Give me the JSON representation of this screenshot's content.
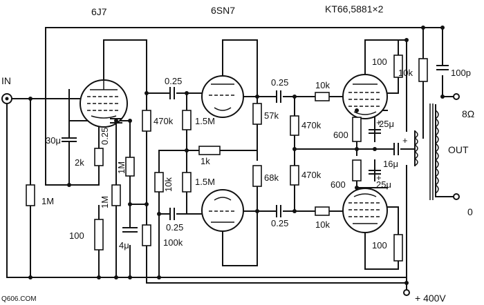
{
  "tubes": {
    "input": "6J7",
    "driver": "6SN7",
    "output": "KT66,5881×2"
  },
  "labels": {
    "input": "IN",
    "output_tap": "8Ω",
    "output": "OUT",
    "output_zero": "0",
    "supply": "+ 400V",
    "watermark": "Q606.COM"
  },
  "components": {
    "c_input_k": "30μ",
    "r_input_k": "2k",
    "c_screen": "0.25",
    "r_grid_in": "1M",
    "r_screen1": "1M",
    "r_screen2": "1M",
    "r_k_bottom": "100",
    "c_filter": "4μ",
    "c_couple1": "0.25",
    "r_load1": "470k",
    "r_bias1": "1.5M",
    "r_bias2": "1.5M",
    "r_tail": "1k",
    "r_fb": "10k",
    "c_couple2": "0.25",
    "r_decouple": "100k",
    "r_plate_a": "57k",
    "r_plate_b": "68k",
    "c_out_a": "0.25",
    "c_out_b": "0.25",
    "r_grid_a": "470k",
    "r_grid_b": "470k",
    "r_stop_a": "10k",
    "r_stop_b": "10k",
    "r_screen_a": "100",
    "r_screen_b": "100",
    "r_k_a": "600",
    "r_k_b": "600",
    "c_k_a": "25μ",
    "c_k_b": "25μ",
    "c_bypass": "16μ",
    "r_nfb": "10k",
    "c_nfb": "100p"
  }
}
